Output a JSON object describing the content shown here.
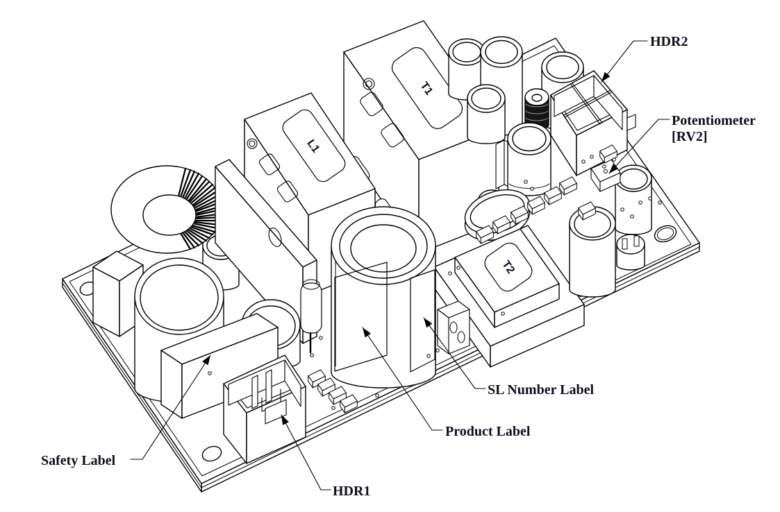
{
  "drawing": {
    "callouts": {
      "hdr2": "HDR2",
      "potentiometer_line1": "Potentiometer",
      "potentiometer_line2": "[RV2]",
      "sl_number_label": "SL Number Label",
      "product_label": "Product Label",
      "hdr1": "HDR1",
      "safety_label": "Safety Label"
    },
    "designators": {
      "t1": "T1",
      "l1": "L1",
      "t2": "T2"
    },
    "colors": {
      "line": "#000000",
      "text": "#0e0e1c",
      "background": "#ffffff"
    }
  }
}
